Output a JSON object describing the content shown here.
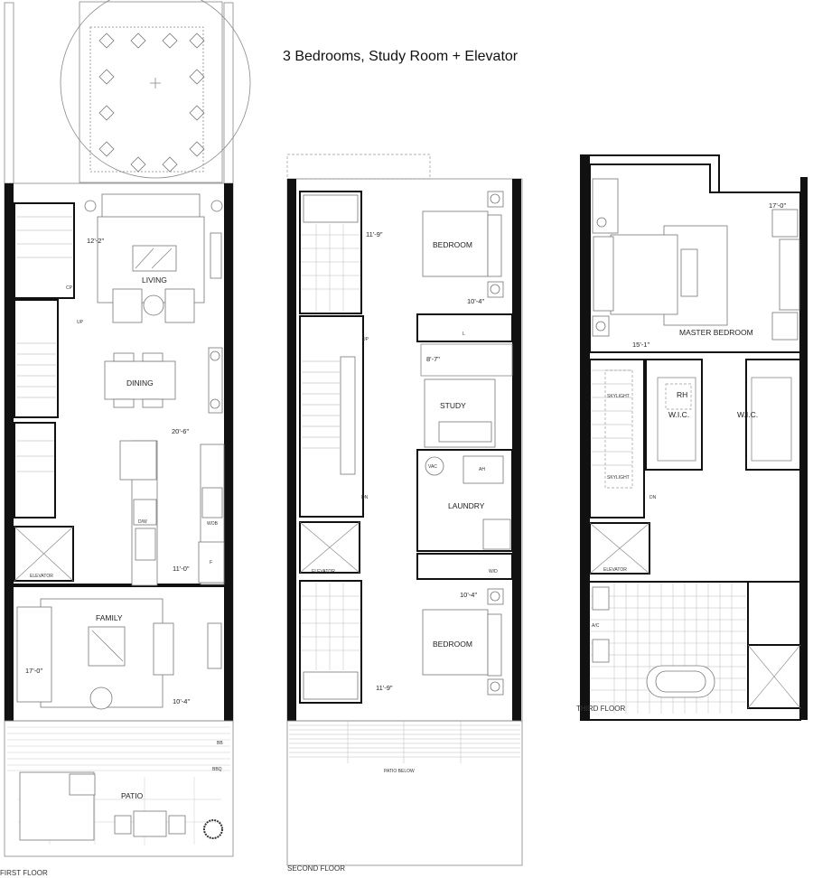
{
  "title": "3 Bedrooms, Study Room + Elevator",
  "first_floor": {
    "caption": "FIRST FLOOR",
    "rooms": {
      "living": "LIVING",
      "dining": "DINING",
      "family": "FAMILY",
      "patio": "PATIO",
      "elevator": "ELEVATOR"
    },
    "fixtures": {
      "cp": "CP",
      "up": "UP",
      "dw": "D/W",
      "wob": "WOB",
      "f": "F",
      "bb": "BB",
      "bbq": "BBQ"
    },
    "dimensions": {
      "living_width": "12'-2\"",
      "dining_length": "20'-6\"",
      "kitchen_length": "11'-0\"",
      "family_width": "17'-0\"",
      "family_length": "10'-4\""
    }
  },
  "second_floor": {
    "caption": "SECOND FLOOR",
    "rooms": {
      "bedroom_front": "BEDROOM",
      "study": "STUDY",
      "laundry": "LAUNDRY",
      "elevator": "ELEVATOR",
      "bedroom_rear": "BEDROOM",
      "patio_below": "PATIO BELOW"
    },
    "fixtures": {
      "l": "L",
      "up": "UP",
      "dn": "DN",
      "vac": "VAC",
      "ah": "AH",
      "wd": "W/D"
    },
    "dimensions": {
      "bed1_width": "11'-9\"",
      "bed1_length": "10'-4\"",
      "study_length": "8'-7\"",
      "bed2_length": "10'-4\"",
      "bed2_width": "11'-9\""
    }
  },
  "third_floor": {
    "caption": "THIRD FLOOR",
    "rooms": {
      "master": "MASTER BEDROOM",
      "wic1": "W.I.C.",
      "wic2": "W.I.C.",
      "elevator": "ELEVATOR"
    },
    "fixtures": {
      "rh": "RH",
      "skylight1": "SKYLIGHT",
      "skylight2": "SKYLIGHT",
      "dn": "DN",
      "ac": "A/C"
    },
    "dimensions": {
      "master_width": "17'-0\"",
      "master_length": "15'-1\""
    }
  }
}
